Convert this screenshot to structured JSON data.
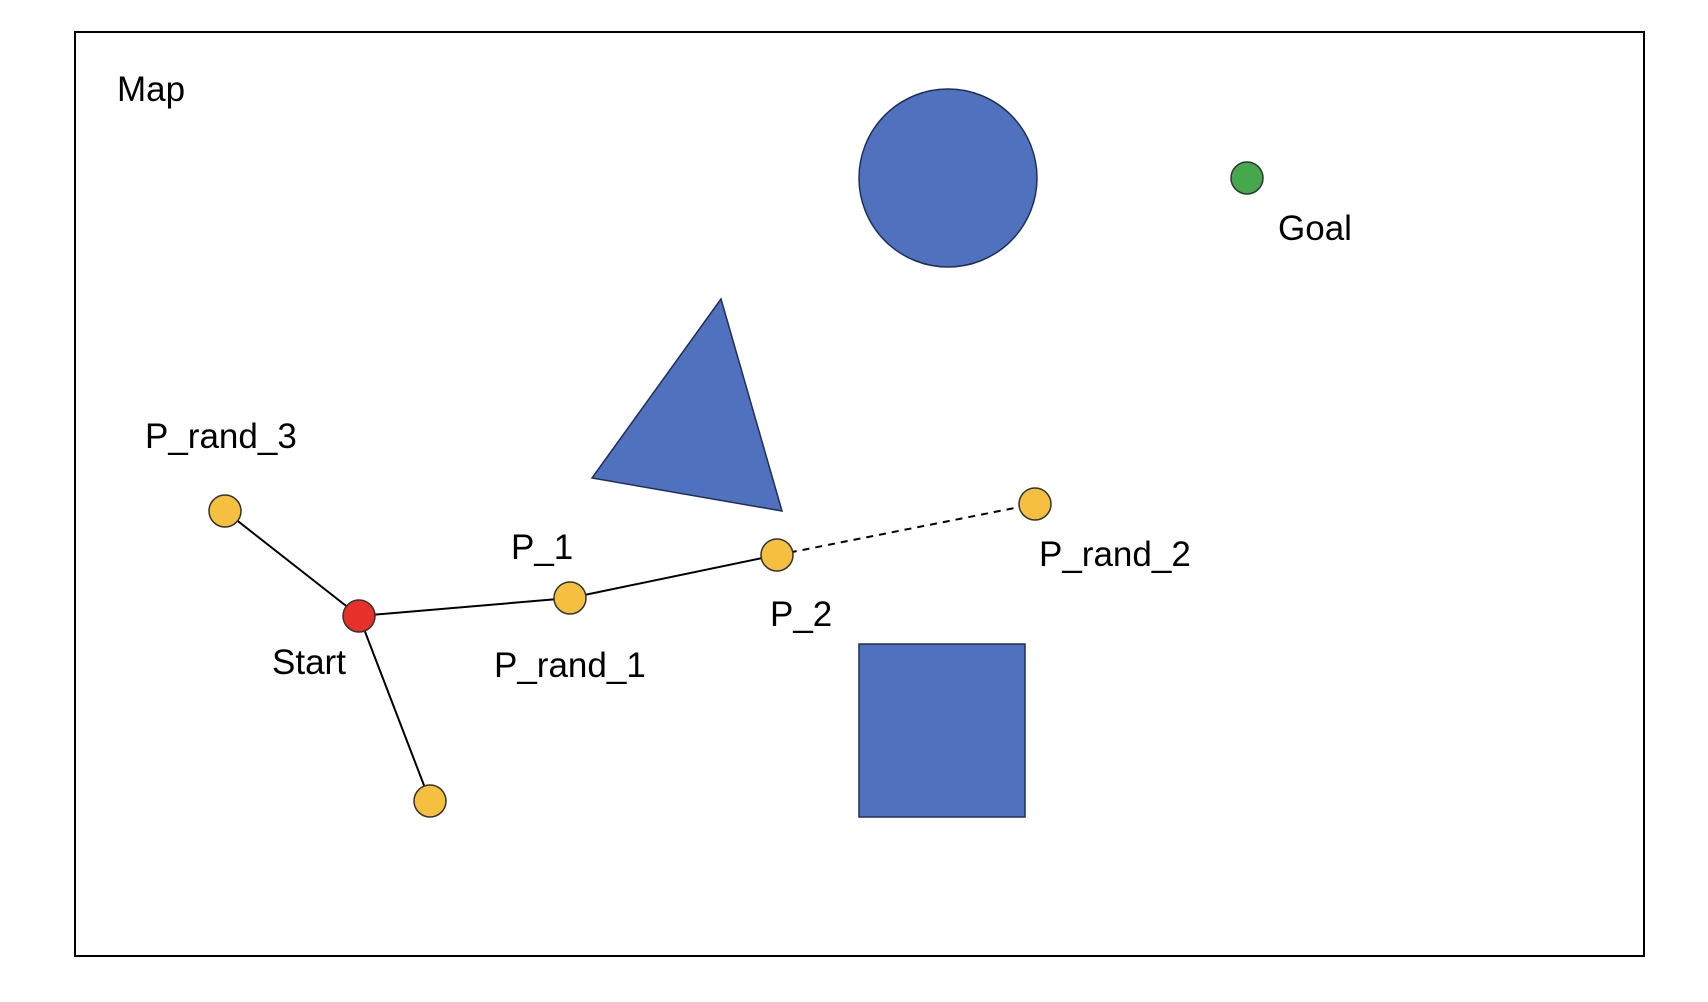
{
  "title": "Map",
  "colors": {
    "obstacle": "#4f71be",
    "obstacle_stroke": "#1f2f57",
    "tree_node": "#f5bf3f",
    "start": "#e8302a",
    "goal": "#46a84d",
    "edge": "#000000",
    "frame": "#000000"
  },
  "labels": {
    "start": "Start",
    "goal": "Goal",
    "p1": "P_1",
    "p2": "P_2",
    "prand1": "P_rand_1",
    "prand2": "P_rand_2",
    "prand3": "P_rand_3"
  },
  "legend": "none"
}
